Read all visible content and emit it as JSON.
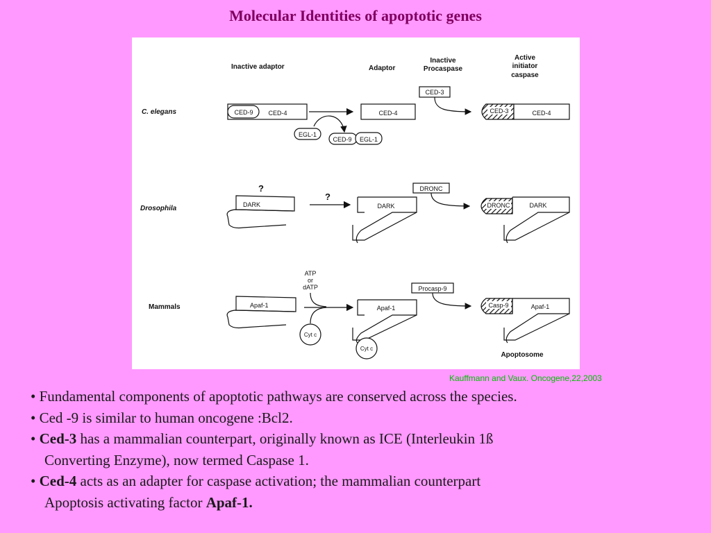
{
  "title": "Molecular Identities of apoptotic genes",
  "figure": {
    "column_headers": {
      "inactive_adaptor": "Inactive adaptor",
      "adaptor": "Adaptor",
      "inactive_procaspase": [
        "Inactive",
        "Procaspase"
      ],
      "active_initiator": [
        "Active",
        "initiator",
        "caspase"
      ]
    },
    "rows": {
      "celegans": {
        "label": "C. elegans",
        "inactive_ced9": "CED-9",
        "inactive_ced4": "CED-4",
        "egl1": "EGL-1",
        "complex_ced9": "CED-9",
        "complex_egl1": "EGL-1",
        "adaptor": "CED-4",
        "procaspase": "CED-3",
        "active_caspase": "CED-3",
        "active_adaptor": "CED-4"
      },
      "drosophila": {
        "label": "Drosophila",
        "question_top": "?",
        "question_arrow": "?",
        "inactive": "DARK",
        "adaptor": "DARK",
        "procaspase": "DRONC",
        "active_caspase": "DRONC",
        "active_adaptor": "DARK"
      },
      "mammals": {
        "label": "Mammals",
        "inactive": "Apaf-1",
        "cofactor": [
          "ATP",
          "or",
          "dATP"
        ],
        "cytc_free": "Cyt c",
        "adaptor": "Apaf-1",
        "cytc_bound": "Cyt c",
        "procaspase": "Procasp-9",
        "active_caspase": "Casp-9",
        "active_adaptor": "Apaf-1",
        "complex_label": "Apoptosome"
      }
    }
  },
  "citation": "Kauffmann and Vaux. Oncogene,22,2003",
  "bullets": {
    "b1": "• Fundamental components of apoptotic pathways are conserved across the species.",
    "b2": "• Ced -9 is similar to human oncogene :Bcl2.",
    "b3_bullet": "• ",
    "b3_bold": "Ced-3",
    "b3_rest": " has a mammalian counterpart, originally known as ICE  (Interleukin 1ß",
    "b3_line2": "Converting Enzyme), now termed Caspase 1.",
    "b4_bullet": "• ",
    "b4_bold": "Ced-4",
    "b4_rest": " acts as an adapter for caspase activation; the mammalian counterpart",
    "b4_line2": "Apoptosis activating factor ",
    "b4_line2_bold": "Apaf-1."
  }
}
